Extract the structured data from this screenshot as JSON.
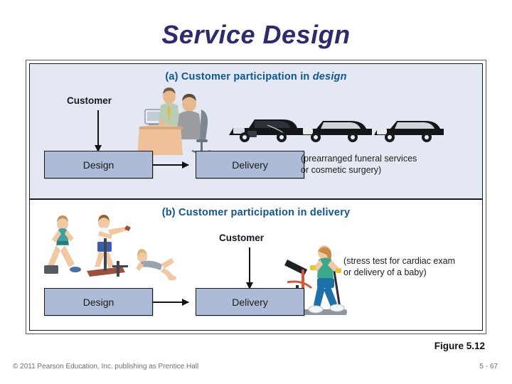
{
  "slide": {
    "title": "Service Design",
    "title_color": "#2e2b6b"
  },
  "figure": {
    "caption": "Figure 5.12",
    "border_color": "#1b1b1b",
    "box_fill": "#adbbd7",
    "heading_color": "#12568c",
    "panels": [
      {
        "id": "a",
        "heading_prefix": "(a) Customer participation in ",
        "heading_emphasis": "design",
        "background": "#e3e8f2",
        "customer_label": "Customer",
        "customer_points_to": "Design",
        "boxes": [
          {
            "name": "design-box",
            "label": "Design"
          },
          {
            "name": "delivery-box",
            "label": "Delivery"
          }
        ],
        "note": "(prearranged funeral services\nor cosmetic surgery)",
        "artwork": [
          {
            "name": "customer-at-desk-illustration",
            "description": "two people seated at a desk with a computer"
          },
          {
            "name": "funeral-procession-illustration",
            "description": "hearse followed by two black limousines"
          }
        ]
      },
      {
        "id": "b",
        "heading_prefix": "(b) Customer participation in ",
        "heading_emphasis": "delivery",
        "heading_emphasis_italic": false,
        "background": "#ffffff",
        "customer_label": "Customer",
        "customer_points_to": "Delivery",
        "boxes": [
          {
            "name": "design-box",
            "label": "Design"
          },
          {
            "name": "delivery-box",
            "label": "Delivery"
          }
        ],
        "note": "(stress test for cardiac exam\nor delivery of a baby)",
        "artwork": [
          {
            "name": "exercise-figures-illustration",
            "description": "three people exercising: step, ski machine, sit-up"
          },
          {
            "name": "treadmill-runner-illustration",
            "description": "woman walking on a treadmill"
          }
        ]
      }
    ]
  },
  "footer": {
    "copyright": "© 2011 Pearson Education, Inc. publishing as Prentice Hall",
    "page_number": "5 - 67"
  }
}
